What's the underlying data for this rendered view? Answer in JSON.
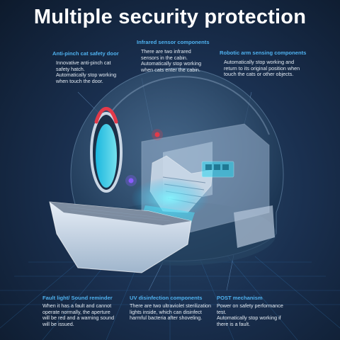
{
  "title": "Multiple security protection",
  "features": {
    "anti_pinch": {
      "heading": "Anti-pinch cat safety door",
      "lines": [
        "Innovative anti-pinch cat",
        "safety hatch.",
        "Automatically stop working",
        "when touch the door."
      ]
    },
    "infrared": {
      "heading": "Infrared sensor components",
      "lines": [
        "There are two infrared",
        "sensors in the cabin.",
        "Automatically stop working",
        "when cats enter the cabin."
      ]
    },
    "robotic_arm": {
      "heading": "Robotic arm sensing components",
      "lines": [
        "Automatically stop working and",
        "return to its original position when",
        "touch the cats or other objects."
      ]
    },
    "fault_light": {
      "heading": "Fault light/ Sound reminder",
      "lines": [
        "When it has a fault and cannot",
        "operate normally, the aperture",
        "will be red and a warning sound",
        "will be issued."
      ]
    },
    "uv": {
      "heading": "UV disinfection components",
      "lines": [
        "There are two ultraviolet sterilization",
        "lights inside, which can disinfect",
        "harmful bacteria after shoveling."
      ]
    },
    "post": {
      "heading": "POST mechanism",
      "lines": [
        "Power on safety performance",
        "test.",
        "Automatically stop working if",
        "there is a fault."
      ]
    }
  },
  "colors": {
    "heading_blue": "#4fb2f0",
    "background_dark": "#0d1a2c",
    "glow_cyan": "#38e0ff",
    "fault_red": "#e23a4a"
  }
}
